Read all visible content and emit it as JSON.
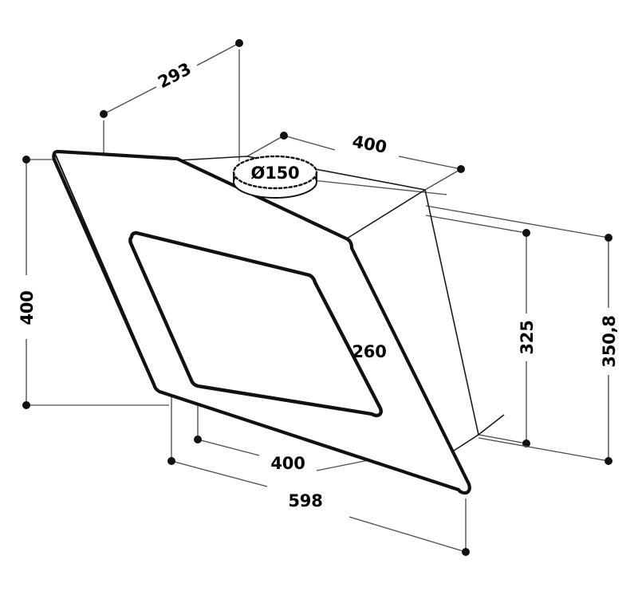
{
  "drawing": {
    "kind": "technical-dimension-drawing",
    "subject": "angled wall-mounted cooker hood",
    "units_note": "",
    "background_color": "#ffffff",
    "line_color": "#111111",
    "dimension_line_color": "#4d4d4d"
  },
  "dimensions": {
    "depth_top": {
      "label": "293",
      "value": 293,
      "orientation": "oblique",
      "location": "top-left"
    },
    "width_top": {
      "label": "400",
      "value": 400,
      "orientation": "oblique",
      "location": "top-right"
    },
    "duct_diameter": {
      "label": "Ø150",
      "value": 150,
      "orientation": "horizontal",
      "location": "top-center"
    },
    "height_left": {
      "label": "400",
      "value": 400,
      "orientation": "vertical",
      "location": "left"
    },
    "panel_height": {
      "label": "260",
      "value": 260,
      "orientation": "oblique",
      "location": "center"
    },
    "height_mid_right": {
      "label": "325",
      "value": 325,
      "orientation": "vertical",
      "location": "right-inner"
    },
    "height_far_right": {
      "label": "350,8",
      "value": 350.8,
      "orientation": "vertical",
      "location": "right-outer"
    },
    "panel_width_bottom": {
      "label": "400",
      "value": 400,
      "orientation": "oblique",
      "location": "bottom-center"
    },
    "overall_width_bottom": {
      "label": "598",
      "value": 598,
      "orientation": "oblique",
      "location": "bottom"
    }
  },
  "labels": {
    "d293": "293",
    "d400_top": "400",
    "d150": "Ø150",
    "d400_left": "400",
    "d260": "260",
    "d325": "325",
    "d3508": "350,8",
    "d400_bottom": "400",
    "d598": "598"
  }
}
